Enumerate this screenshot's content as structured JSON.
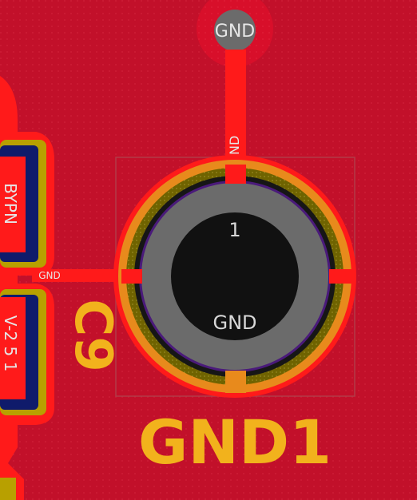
{
  "colors": {
    "board": "#c2102a",
    "copper": "#ff1a1a",
    "silk": "#f2b21c",
    "pad": "#6b6b6b",
    "hole": "#111111",
    "text_light": "#e6e6e6",
    "outline": "#b23a48",
    "dark_pad": "#0f1b6b",
    "ring": "#8a7a00"
  },
  "via": {
    "label": "GND"
  },
  "trace": {
    "vertical_label": "GND",
    "horizontal_label": "GND"
  },
  "pad": {
    "number": "1",
    "net": "GND"
  },
  "designator": {
    "text": "GND1"
  },
  "component": {
    "ref": "C9",
    "left_pad_text": "BYPN",
    "left_pad_text2": "V-2 5 1"
  }
}
